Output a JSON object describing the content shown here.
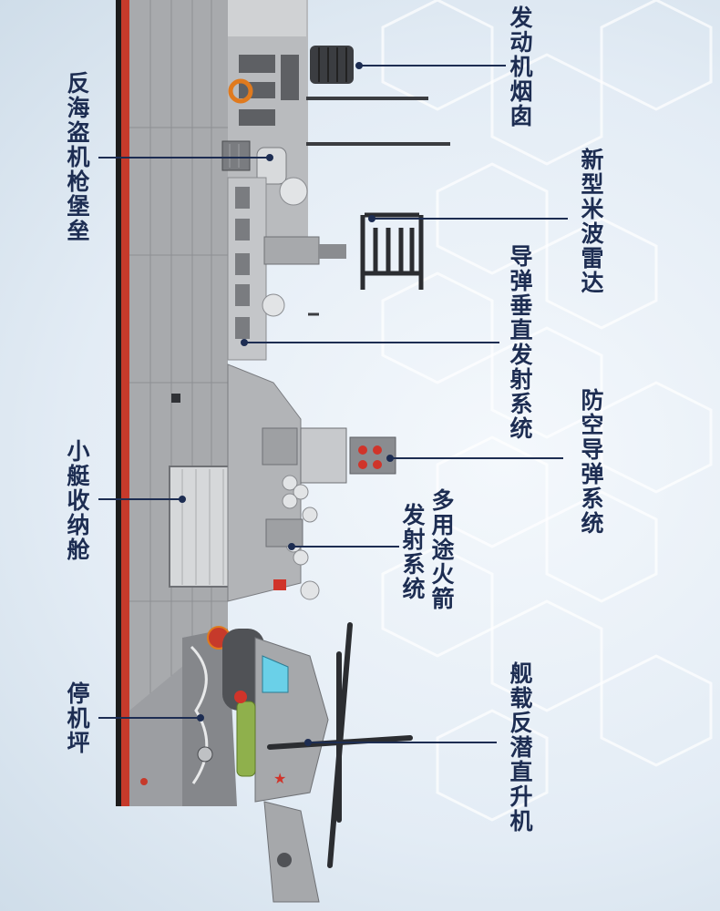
{
  "labels": {
    "exhaust_stack": "发动机烟囱",
    "anti_piracy_turret": "反海盗机枪堡垒",
    "mmw_radar": "新型米波雷达",
    "vls": "导弹垂直发射系统",
    "sam": "防空导弹系统",
    "boat_bay": "小艇收纳舱",
    "rocket_launcher_1": "多用途火箭",
    "rocket_launcher_2": "发射系统",
    "helipad": "停机坪",
    "asw_helicopter": "舰载反潜直升机"
  },
  "colors": {
    "callout": "#1d2d52",
    "hull": "#a8aaad",
    "hull_dark": "#6f7175",
    "deck_red": "#c63a2b"
  }
}
